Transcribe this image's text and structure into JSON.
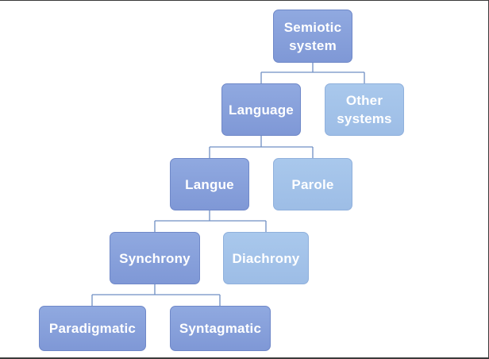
{
  "diagram": {
    "nodes": {
      "semiotic_system": "Semiotic\nsystem",
      "language": "Language",
      "other_systems": "Other\nsystems",
      "langue": "Langue",
      "parole": "Parole",
      "synchrony": "Synchrony",
      "diachrony": "Diachrony",
      "paradigmatic": "Paradigmatic",
      "syntagmatic": "Syntagmatic"
    },
    "colors": {
      "primary_node": "#8aa3dd",
      "secondary_node": "#a3c3ea",
      "connector": "#6f8fc4",
      "label": "#ffffff"
    }
  }
}
